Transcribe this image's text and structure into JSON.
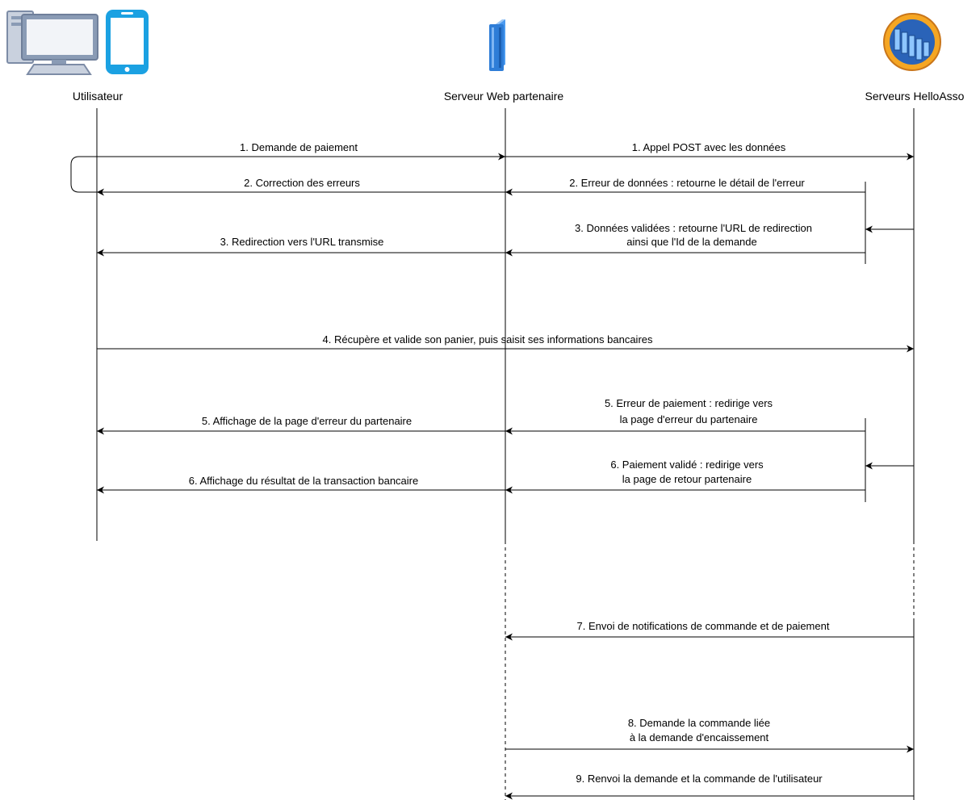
{
  "participants": {
    "user": {
      "label": "Utilisateur",
      "icons": [
        "desktop-computer-icon",
        "smartphone-icon"
      ]
    },
    "web": {
      "label": "Serveur Web partenaire",
      "icons": [
        "server-tower-icon"
      ]
    },
    "hello": {
      "label": "Serveurs HelloAsso",
      "icons": [
        "server-cluster-icon"
      ]
    }
  },
  "messages": [
    {
      "id": "m1a",
      "text": "1. Demande de paiement"
    },
    {
      "id": "m1b",
      "text": "1. Appel POST avec les données"
    },
    {
      "id": "m2a",
      "text": "2. Correction des erreurs"
    },
    {
      "id": "m2b",
      "text": "2. Erreur de données : retourne le détail de l'erreur"
    },
    {
      "id": "m3b",
      "lines": [
        "3. Données validées : retourne l'URL de redirection",
        "ainsi que l'Id de la demande"
      ]
    },
    {
      "id": "m3a",
      "text": "3. Redirection vers l'URL transmise"
    },
    {
      "id": "m4",
      "text": "4. Récupère et valide son panier, puis saisit ses informations bancaires"
    },
    {
      "id": "m5b",
      "lines": [
        "5. Erreur de paiement : redirige vers",
        "la page d'erreur du partenaire"
      ]
    },
    {
      "id": "m5a",
      "text": "5. Affichage de la page d'erreur du partenaire"
    },
    {
      "id": "m6b",
      "lines": [
        "6. Paiement validé : redirige vers",
        "la page de retour partenaire"
      ]
    },
    {
      "id": "m6a",
      "text": "6. Affichage du résultat de la transaction bancaire"
    },
    {
      "id": "m7",
      "text": "7. Envoi de notifications de commande et de paiement"
    },
    {
      "id": "m8",
      "lines": [
        "8. Demande la commande liée",
        "à la demande d'encaissement"
      ]
    },
    {
      "id": "m9",
      "text": "9. Renvoi la demande et la commande de l'utilisateur"
    }
  ],
  "colors": {
    "line": "#000000",
    "screen_blue": "#1BA1E2",
    "monitor_gray": "#8A9BB5",
    "server_blue": "#2E7DD7",
    "cluster_orange": "#F5A623"
  }
}
